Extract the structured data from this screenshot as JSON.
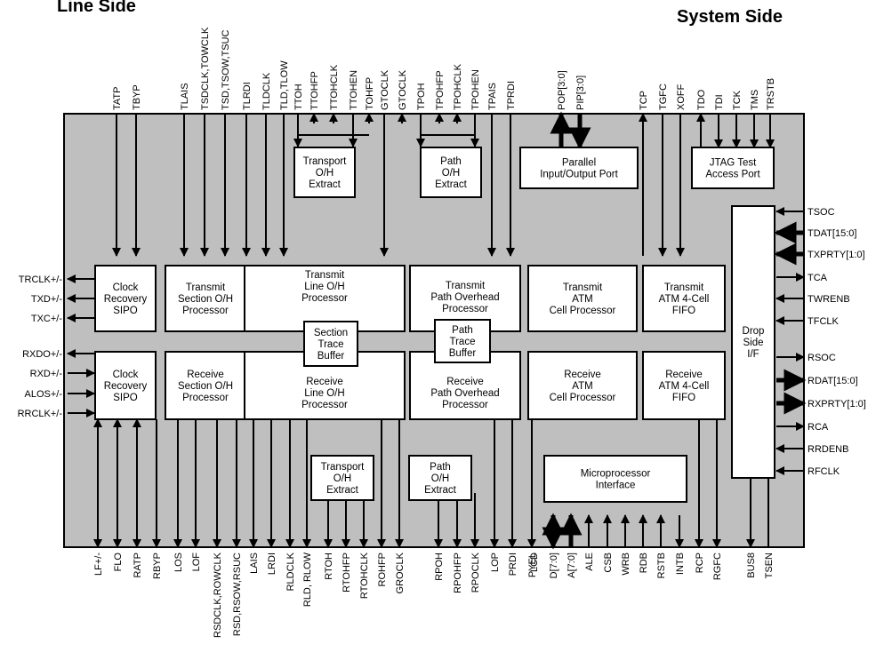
{
  "headings": {
    "line_side": "Line Side",
    "system_side": "System Side"
  },
  "top_pins": [
    "TATP",
    "TBYP",
    "TLAIS",
    "TSDCLK,TOWCLK",
    "TSD,TSOW,TSUC",
    "TLRDI",
    "TLDCLK",
    "TLD,TLOW",
    "TTOH",
    "TTOHFP",
    "TTOHCLK",
    "TTOHEN",
    "TOHFP",
    "GTOCLK",
    "GTOCLK",
    "TPOH",
    "TPOHFP",
    "TPOHCLK",
    "TPOHEN",
    "TPAIS",
    "TPRDI",
    "POP[3:0]",
    "PIP[3:0]",
    "TCP",
    "TGFC",
    "XOFF",
    "TDO",
    "TDI",
    "TCK",
    "TMS",
    "TRSTB"
  ],
  "bottom_pins": [
    "LF+/-",
    "FLO",
    "RATP",
    "RBYP",
    "LOS",
    "LOF",
    "RSDCLK,ROWCLK",
    "RSD,RSOW,RSUC",
    "LAIS",
    "LRDI",
    "RLDCLK",
    "RLD, RLOW",
    "RTOH",
    "RTOHFP",
    "RTOHCLK",
    "ROHFP",
    "GROCLK",
    "RPOH",
    "RPOHFP",
    "RPOCLK",
    "LOP",
    "PRDI",
    "PYEL",
    "LCD",
    "D[7:0]",
    "A[7:0]",
    "ALE",
    "CSB",
    "WRB",
    "RDB",
    "RSTB",
    "INTB",
    "RCP",
    "RGFC",
    "BUS8",
    "TSEN"
  ],
  "left_pins": [
    "TRCLK+/-",
    "TXD+/-",
    "TXC+/-",
    "RXDO+/-",
    "RXD+/-",
    "ALOS+/-",
    "RRCLK+/-"
  ],
  "right_pins": [
    "TSOC",
    "TDAT[15:0]",
    "TXPRTY[1:0]",
    "TCA",
    "TWRENB",
    "TFCLK",
    "RSOC",
    "RDAT[15:0]",
    "RXPRTY[1:0]",
    "RCA",
    "RRDENB",
    "RFCLK"
  ],
  "blocks": {
    "tx_clock_recovery": [
      "Clock",
      "Recovery",
      "SIPO"
    ],
    "tx_section_oh": [
      "Transmit",
      "Section O/H",
      "Processor"
    ],
    "tx_line_oh": [
      "Transmit",
      "Line O/H",
      "Processor"
    ],
    "tx_path_overhead": [
      "Transmit",
      "Path Overhead",
      "Processor"
    ],
    "tx_atm_cell": [
      "Transmit",
      "ATM",
      "Cell Processor"
    ],
    "tx_fifo": [
      "Transmit",
      "ATM 4-Cell",
      "FIFO"
    ],
    "rx_clock_recovery": [
      "Clock",
      "Recovery",
      "SIPO"
    ],
    "rx_section_oh": [
      "Receive",
      "Section O/H",
      "Processor"
    ],
    "rx_line_oh": [
      "Receive",
      "Line O/H",
      "Processor"
    ],
    "rx_path_overhead": [
      "Receive",
      "Path Overhead",
      "Processor"
    ],
    "rx_atm_cell": [
      "Receive",
      "ATM",
      "Cell Processor"
    ],
    "rx_fifo": [
      "Receive",
      "ATM 4-Cell",
      "FIFO"
    ],
    "section_trace": [
      "Section",
      "Trace",
      "Buffer"
    ],
    "path_trace": [
      "Path",
      "Trace",
      "Buffer"
    ],
    "tx_transport_extract": [
      "Transport",
      "O/H",
      "Extract"
    ],
    "tx_path_extract": [
      "Path",
      "O/H",
      "Extract"
    ],
    "parallel_port": [
      "Parallel",
      "Input/Output Port"
    ],
    "jtag_port": [
      "JTAG Test",
      "Access Port"
    ],
    "drop_side": [
      "Drop",
      "Side",
      "I/F"
    ],
    "rx_transport_extract": [
      "Transport",
      "O/H",
      "Extract"
    ],
    "rx_path_extract": [
      "Path",
      "O/H",
      "Extract"
    ],
    "microprocessor": [
      "Microprocessor",
      "Interface"
    ]
  }
}
